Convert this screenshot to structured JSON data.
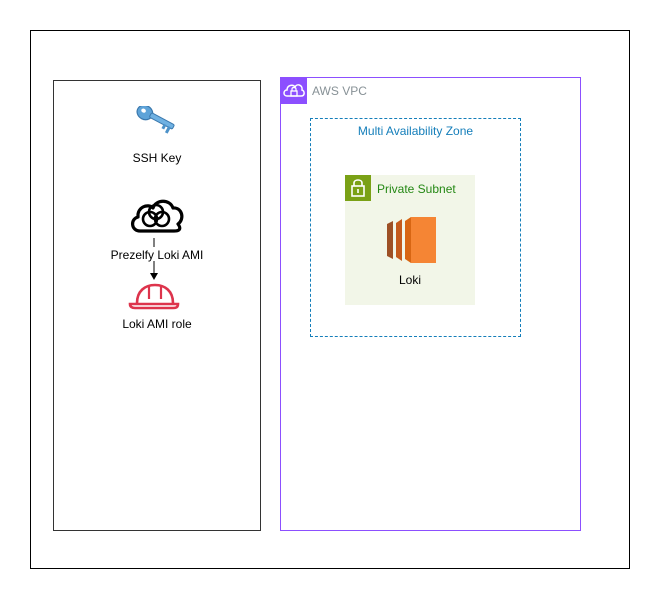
{
  "left_panel": {
    "ssh_key_label": "SSH Key",
    "ami_label": "Prezelfy Loki AMI",
    "role_label": "Loki AMI role"
  },
  "vpc": {
    "label": "AWS VPC",
    "az_label": "Multi Availability Zone",
    "subnet_label": "Private Subnet",
    "instance_label": "Loki"
  },
  "colors": {
    "vpc_border": "#8c4fff",
    "az_border": "#147eba",
    "subnet_fill": "#f2f6e8",
    "subnet_badge": "#7aa116",
    "ec2_orange": "#e7722a",
    "role_red": "#dd344c"
  },
  "icons": {
    "ssh_key": "key-icon",
    "ami": "cloud-icon",
    "role": "hard-hat-icon",
    "vpc": "cloud-lock-icon",
    "subnet": "padlock-icon",
    "instance": "ec2-instance-icon"
  }
}
